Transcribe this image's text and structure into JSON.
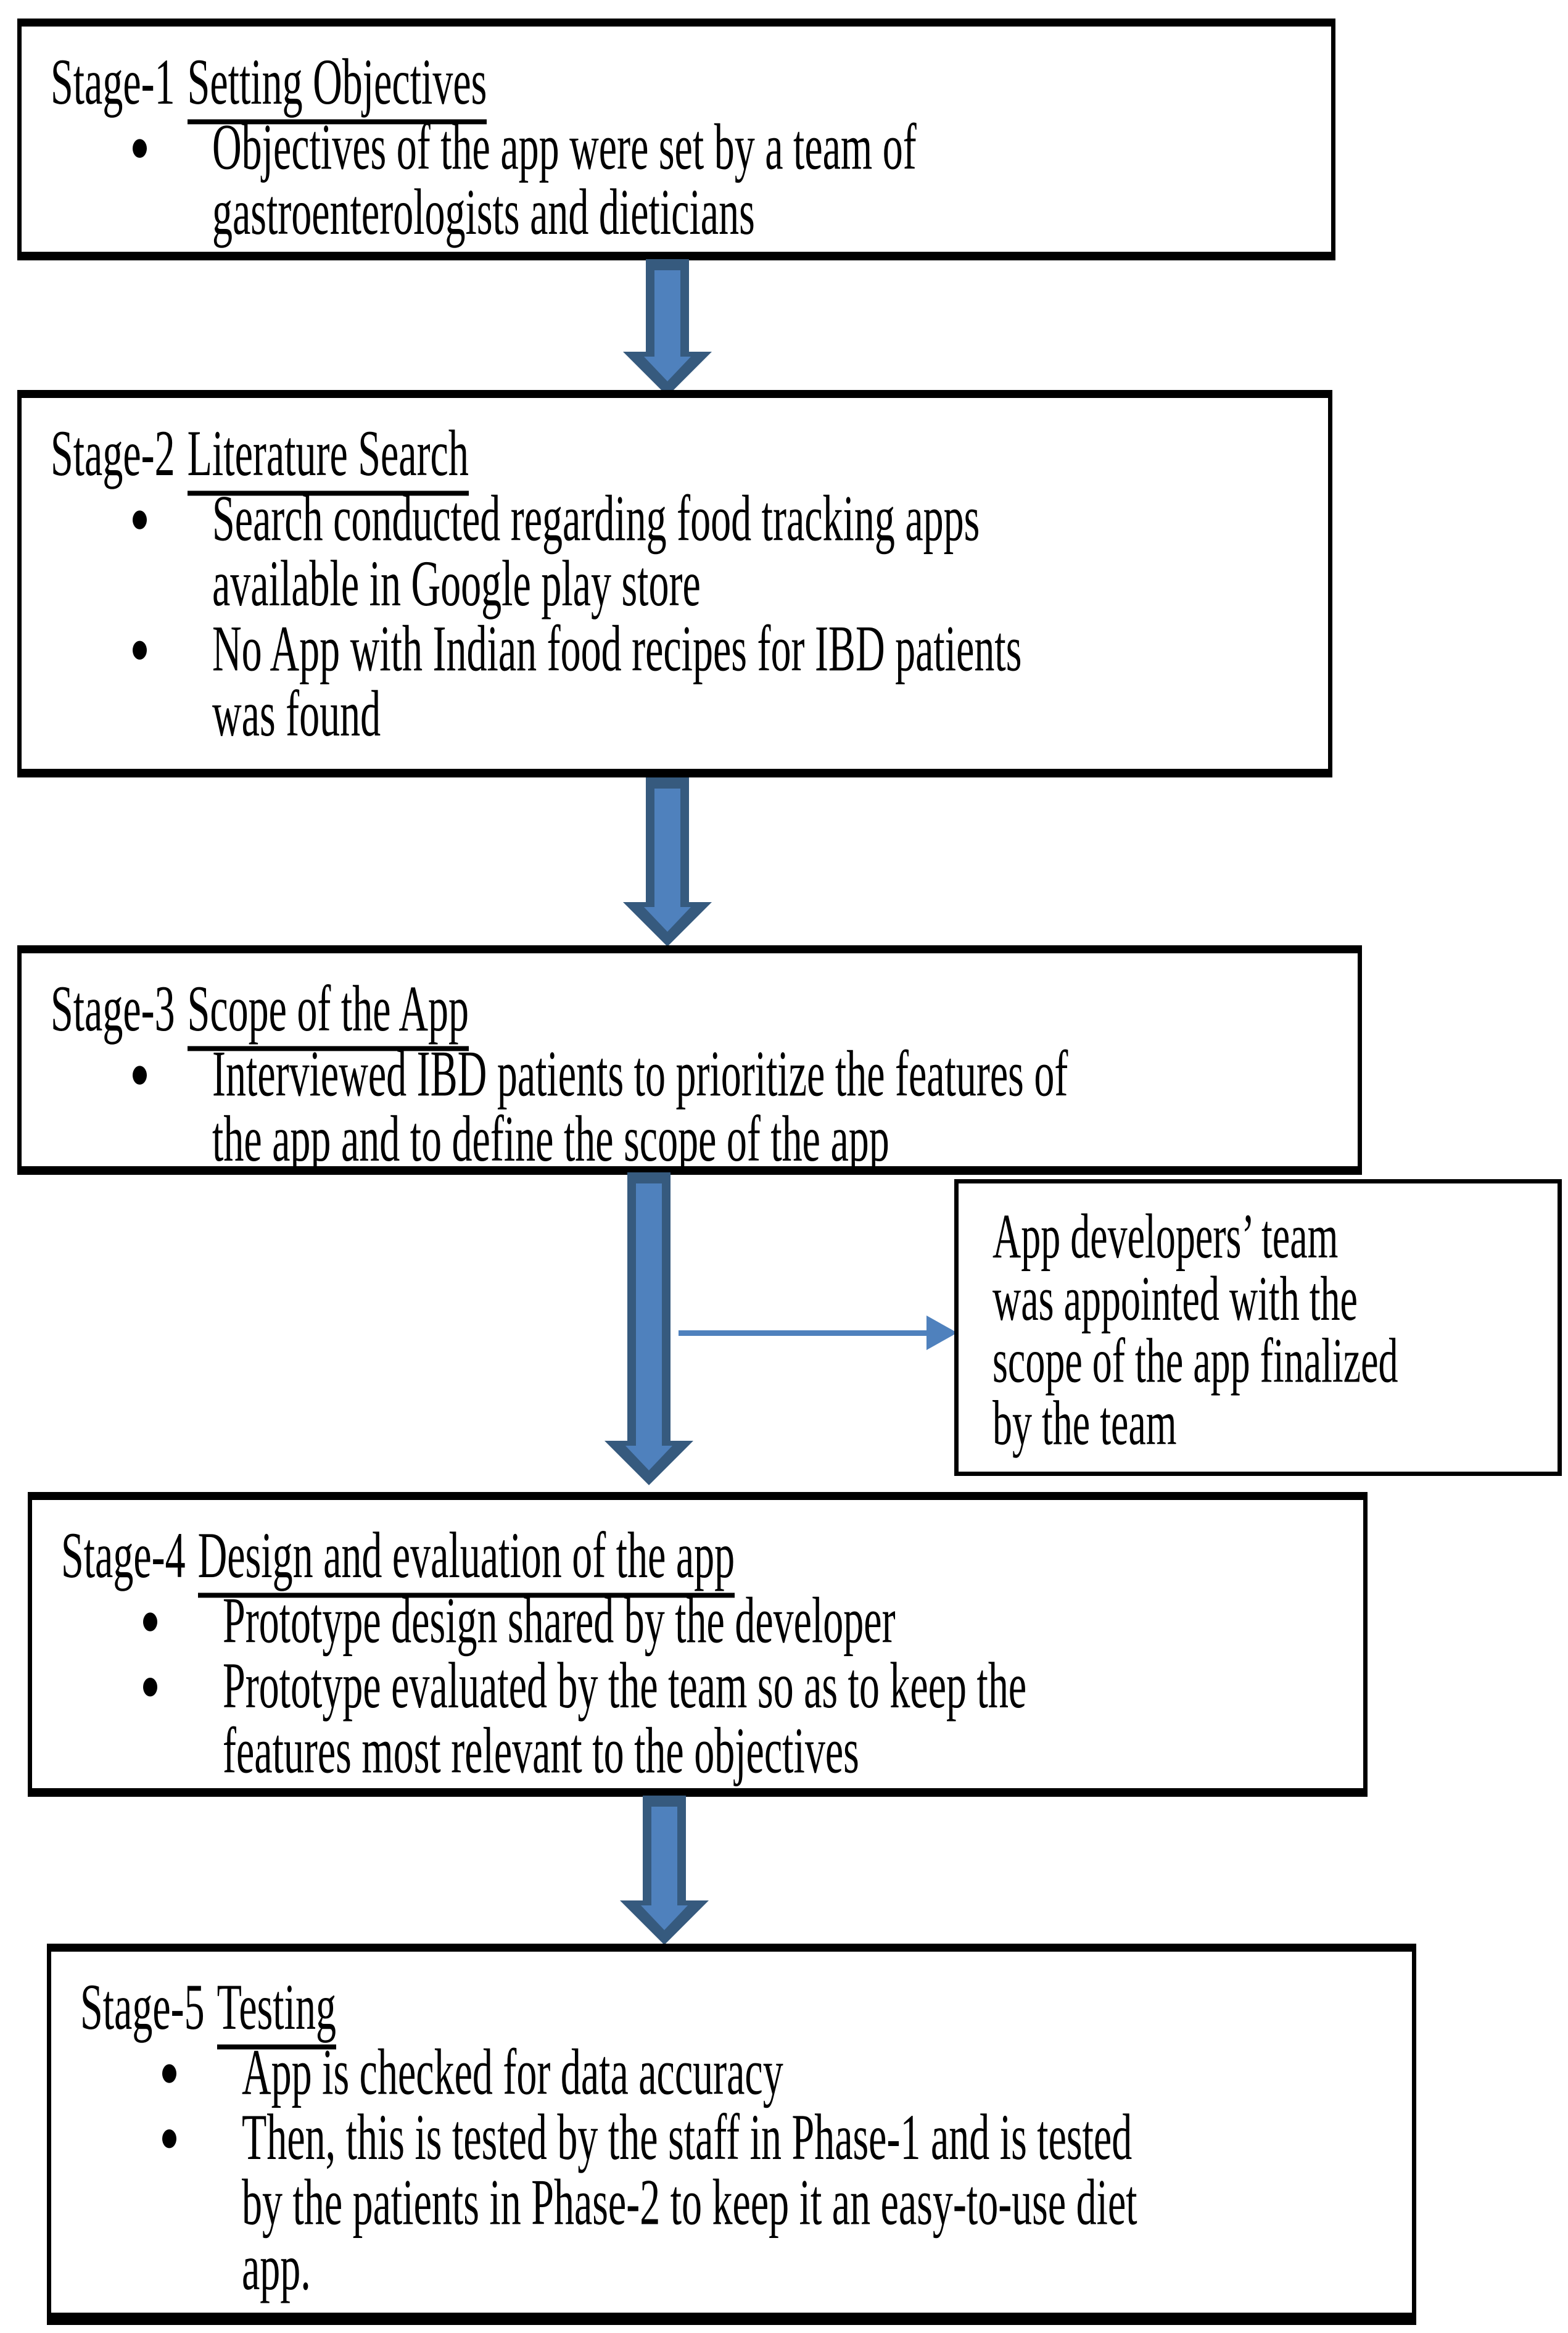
{
  "colors": {
    "background": "#ffffff",
    "box_border": "#000000",
    "text": "#000000",
    "arrow_fill": "#4f81bd",
    "arrow_border": "#365a7e"
  },
  "stages": [
    {
      "label": "Stage-1",
      "name": "Setting Objectives",
      "bullets": [
        [
          "Objectives of the app were set by a team of",
          "gastroenterologists and dieticians"
        ]
      ]
    },
    {
      "label": "Stage-2",
      "name": "Literature Search",
      "bullets": [
        [
          "Search conducted regarding food tracking apps",
          "available in Google play store"
        ],
        [
          "No App with Indian food recipes for IBD patients",
          "was found"
        ]
      ]
    },
    {
      "label": "Stage-3",
      "name": "Scope of the App",
      "bullets": [
        [
          "Interviewed IBD patients to prioritize the features of",
          "the app and to define the scope of the app"
        ]
      ]
    },
    {
      "label": "Stage-4",
      "name": "Design and evaluation of the app",
      "bullets": [
        [
          "Prototype design shared by the developer"
        ],
        [
          "Prototype evaluated by the team so as to keep the",
          "features most relevant to the objectives"
        ]
      ]
    },
    {
      "label": "Stage-5",
      "name": "Testing",
      "bullets": [
        [
          "App is checked for data accuracy"
        ],
        [
          "Then, this is tested by the staff in Phase-1 and is tested",
          "by the patients in Phase-2 to keep it an easy-to-use diet",
          "app."
        ]
      ]
    }
  ],
  "side_note": {
    "lines": [
      "App developers’ team",
      "was appointed with the",
      "scope of the app finalized",
      "by the team"
    ]
  }
}
